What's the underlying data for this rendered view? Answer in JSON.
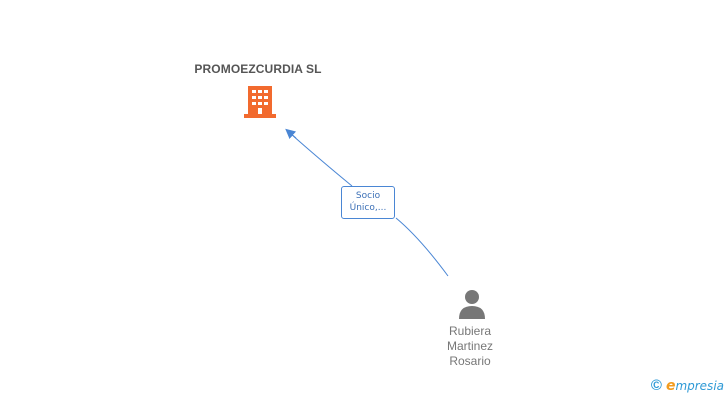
{
  "company": {
    "name": "PROMOEZCURDIA SL",
    "icon": "building-icon",
    "icon_color": "#f26a2e"
  },
  "relation": {
    "label_line1": "Socio",
    "label_line2": "Único,...",
    "color": "#4a86d4"
  },
  "person": {
    "icon": "person-icon",
    "icon_color": "#777777",
    "name_line1": "Rubiera",
    "name_line2": "Martinez",
    "name_line3": "Rosario"
  },
  "watermark": {
    "symbol": "©",
    "brand_initial": "e",
    "brand_rest": "mpresia"
  }
}
